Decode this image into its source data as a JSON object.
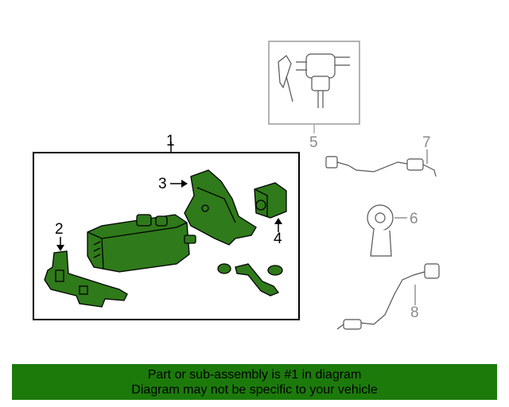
{
  "callouts": {
    "c1": "1",
    "c2": "2",
    "c3": "3",
    "c4": "4",
    "c5": "5",
    "c6": "6",
    "c7": "7",
    "c8": "8"
  },
  "footer": {
    "line1": "Part or sub-assembly is #1 in diagram",
    "line2": "Diagram may not be specific to your vehicle"
  },
  "colors": {
    "highlight": "#2f7a1a",
    "footer_bg": "#1c7a0b",
    "outline": "#000000",
    "unselected": "#8a8a8a"
  }
}
